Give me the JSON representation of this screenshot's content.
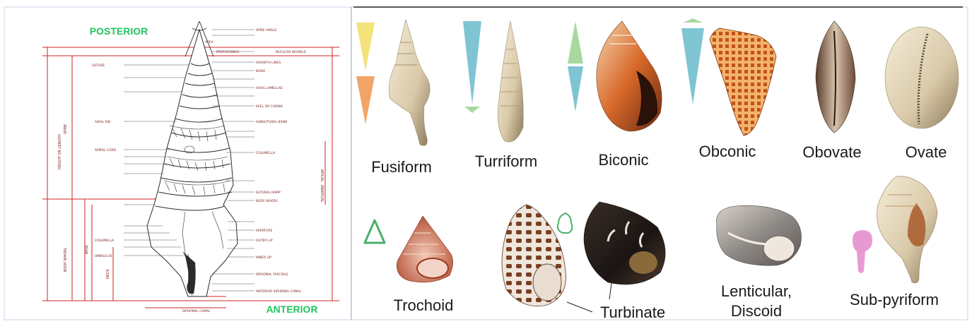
{
  "anatomy": {
    "posterior": "POSTERIOR",
    "anterior": "ANTERIOR",
    "labels_left": [
      "SUTURE",
      "SPIRAL CORD",
      "AXIAL RIB",
      "COLUMELLA",
      "UMBILICUS",
      "SIPHONAL CANAL"
    ],
    "labels_right": [
      "SPIRE ANGLE",
      "APEX",
      "PROTOCONCH",
      "NUCLEAR WHORLS",
      "GROWTH LINES",
      "NODE",
      "AXIAL LAMELLAE",
      "KEEL OR CARINA",
      "SUBSUTURAL BAND",
      "COLUMELLA",
      "SUTURAL RAMP",
      "BODY WHORL",
      "APERTURE",
      "OUTER LIP",
      "INNER LIP",
      "SIPHONAL FASCIOLE",
      "ANTERIOR SIPHONAL CANAL"
    ],
    "axis_labels": [
      "SPIRE",
      "BODY WHORL",
      "BASE",
      "NECK",
      "HEIGHT OR LENGTH",
      "APICAL",
      "ABAPICAL"
    ],
    "colors": {
      "heading": "#22c55e",
      "measure": "#d22323",
      "drawing": "#2b2b2b"
    }
  },
  "shapes": {
    "fusiform": "Fusiform",
    "turriform": "Turriform",
    "biconic": "Biconic",
    "obconic": "Obconic",
    "obovate": "Obovate",
    "ovate": "Ovate",
    "trochoid": "Trochoid",
    "turbinate": "Turbinate",
    "lenticular": "Lenticular,\nDiscoid",
    "subpyriform": "Sub-pyriform"
  },
  "icon_colors": {
    "yellow": "#f4e27a",
    "orange": "#f1a466",
    "teal": "#7fc4d3",
    "green": "#a8d8a0",
    "deep_green": "#4caf6a",
    "pink": "#e79ad1"
  }
}
